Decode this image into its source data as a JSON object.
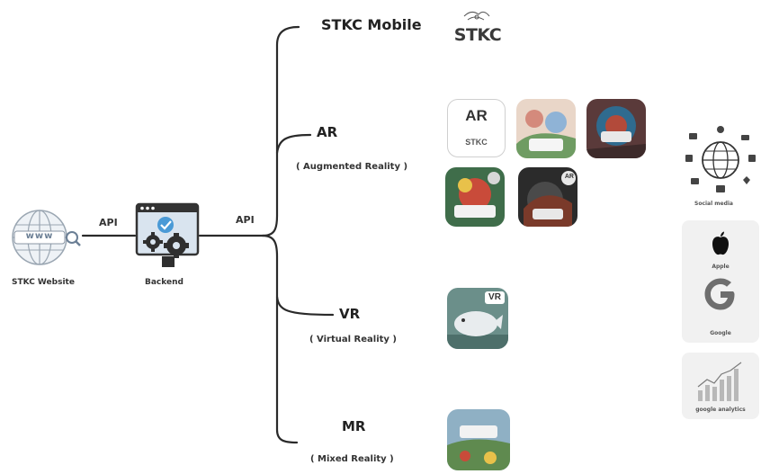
{
  "nodes": {
    "website": {
      "label": "STKC Website",
      "icon_text": "www"
    },
    "backend": {
      "label": "Backend"
    },
    "api_left": "API",
    "api_right": "API"
  },
  "branches": [
    {
      "title": "STKC Mobile",
      "subtitle": ""
    },
    {
      "title": "AR",
      "subtitle": "( Augmented Reality )"
    },
    {
      "title": "VR",
      "subtitle": "( Virtual Reality )"
    },
    {
      "title": "MR",
      "subtitle": "( Mixed Reality )"
    }
  ],
  "logos": {
    "stkc_text": "STKC"
  },
  "app_tiles": {
    "ar_main": {
      "title": "AR",
      "brand": "STKC"
    },
    "vr_badge": "VR",
    "ar_badge": "AR"
  },
  "side": {
    "social": "Social media",
    "apple": "Apple",
    "google": "Google",
    "analytics": "google analytics"
  },
  "colors": {
    "line": "#2a2a2a",
    "accent_blue": "#3b6fb5",
    "panel": "#f1f1f1"
  }
}
